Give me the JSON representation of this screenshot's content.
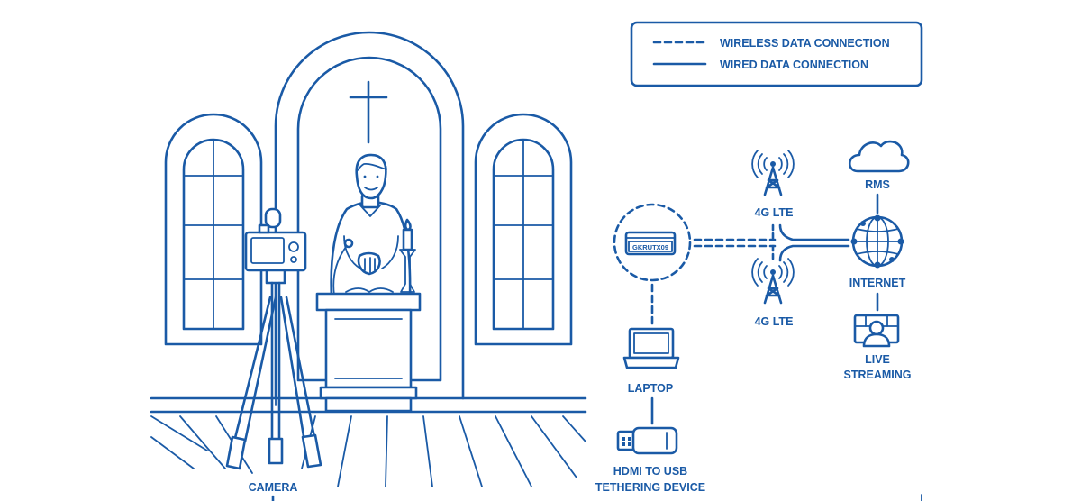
{
  "legend": {
    "wireless_label": "WIRELESS DATA CONNECTION",
    "wired_label": "WIRED DATA CONNECTION"
  },
  "labels": {
    "camera": "CAMERA",
    "device": "GKRUTX09",
    "laptop": "LAPTOP",
    "hdmi_line1": "HDMI TO USB",
    "hdmi_line2": "TETHERING DEVICE",
    "lte_top": "4G LTE",
    "lte_bottom": "4G LTE",
    "rms": "RMS",
    "internet": "INTERNET",
    "live_line1": "LIVE",
    "live_line2": "STREAMING"
  },
  "icons": {
    "cross": "cross-icon",
    "camera": "camera-icon",
    "router": "router-icon",
    "laptop": "laptop-icon",
    "usb": "usb-stick-icon",
    "tower": "cell-tower-icon",
    "cloud": "cloud-icon",
    "globe": "globe-icon",
    "stream": "live-streaming-icon"
  },
  "colors": {
    "line": "#1a5aa6",
    "background": "#ffffff"
  }
}
